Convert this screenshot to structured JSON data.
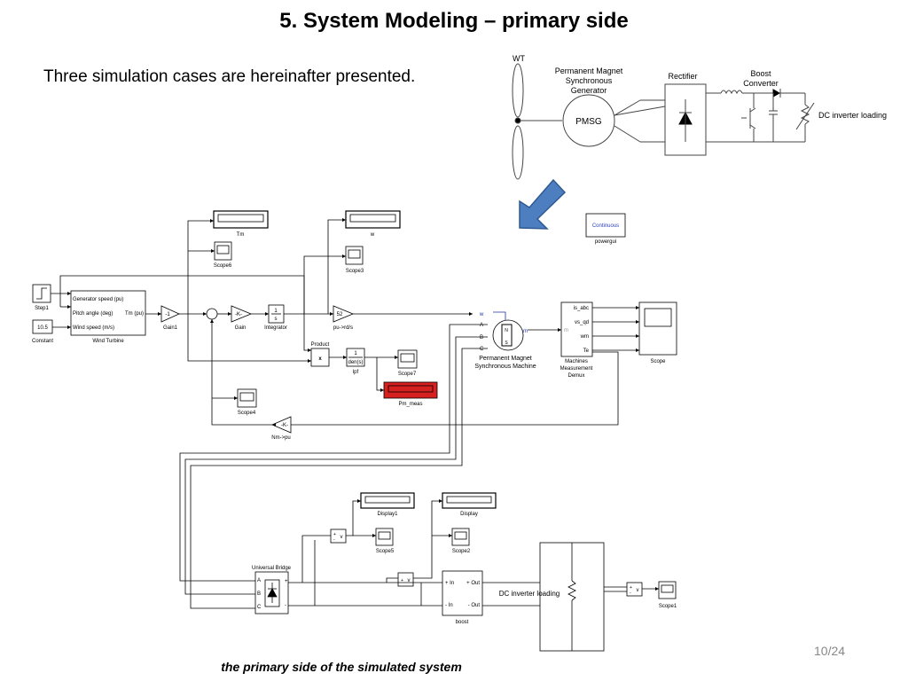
{
  "slide": {
    "title": "5. System Modeling – primary side",
    "intro": "Three simulation cases are hereinafter presented.",
    "caption": "the primary side of the simulated system",
    "page": "10/24"
  },
  "topology": {
    "wt": "WT",
    "pmsg_label_1": "Permanent Magnet",
    "pmsg_label_2": "Synchronous",
    "pmsg_label_3": "Generator",
    "pmsg": "PMSG",
    "rectifier": "Rectifier",
    "boost_1": "Boost",
    "boost_2": "Converter",
    "load": "DC inverter loading"
  },
  "simulink": {
    "tm": "Tm",
    "w": "w",
    "scope6": "Scope6",
    "scope3": "Scope3",
    "continuous": "Continuous",
    "powergui": "powergui",
    "step1": "Step1",
    "constant_val": "10.5",
    "constant": "Constant",
    "wt_in1": "Generator speed (pu)",
    "wt_in2": "Pitch angle (deg)",
    "wt_in3": "Wind speed (m/s)",
    "wt_out": "Tm (pu)",
    "wind_turbine": "Wind Turbine",
    "gain1_val": "-1",
    "gain1": "Gain1",
    "gain_val": "-K-",
    "gain": "Gain",
    "integrator": "Integrator",
    "int_top": "1",
    "int_bot": "s",
    "pu_val": "52",
    "pu_rd": "pu->rd/s",
    "product": "Product",
    "product_sym": "x",
    "lpf_top": "1",
    "lpf_bot": "den(s)",
    "lpf": "lpf",
    "scope7": "Scope7",
    "pm_meas": "Pm_meas",
    "scope4": "Scope4",
    "nm_val": "-K-",
    "nm_pu": "Nm->pu",
    "port_w": "w",
    "port_a": "A",
    "port_b": "B",
    "port_c": "C",
    "port_m": "m",
    "pmsm_1": "Permanent Magnet",
    "pmsm_2": "Synchronous Machine",
    "demux_1": "is_abc",
    "demux_2": "vs_qd",
    "demux_3": "wm",
    "demux_4": "Te",
    "demux_name_1": "Machines",
    "demux_name_2": "Measurement",
    "demux_name_3": "Demux",
    "demux_in": "m",
    "scope": "Scope",
    "display1": "Display1",
    "display": "Display",
    "scope5": "Scope5",
    "scope2": "Scope2",
    "universal_bridge": "Universal Bridge",
    "ub_a": "A",
    "ub_b": "B",
    "ub_c": "C",
    "ub_plus": "+",
    "ub_minus": "-",
    "boost_in_p": "+ In",
    "boost_out_p": "+ Out",
    "boost_in_n": "- In",
    "boost_out_n": "- Out",
    "boost": "boost",
    "dc_load": "DC inverter loading",
    "scope1": "Scope1",
    "meas_v": "v"
  }
}
